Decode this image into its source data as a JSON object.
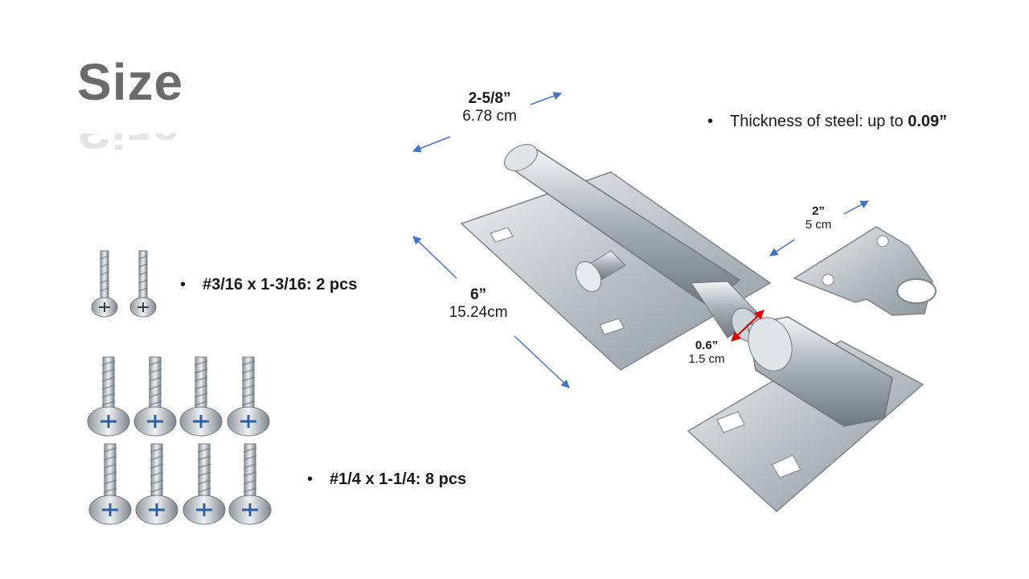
{
  "slide": {
    "title": "Size",
    "thickness": {
      "bullet": "•",
      "text": "Thickness of steel: up to ",
      "value": "0.09”"
    },
    "screws_small": {
      "bullet": "•",
      "text": "#3/16 x 1-3/16: 2 pcs",
      "count": 2
    },
    "screws_large": {
      "bullet": "•",
      "text": "#1/4 x 1-1/4: 8 pcs",
      "count": 8
    },
    "dim_width": {
      "inch": "2-5/8”",
      "cm": "6.78 cm"
    },
    "dim_length": {
      "inch": "6”",
      "cm": "15.24cm"
    },
    "dim_keeper": {
      "inch": "2”",
      "cm": "5 cm"
    },
    "dim_bolt": {
      "inch": "0.6”",
      "cm": "1.5 cm"
    }
  },
  "colors": {
    "arrow": "#4472c4",
    "bolt_arrow": "#e00000",
    "title": "#6b6b6b",
    "steel": "#c3c9cf"
  }
}
